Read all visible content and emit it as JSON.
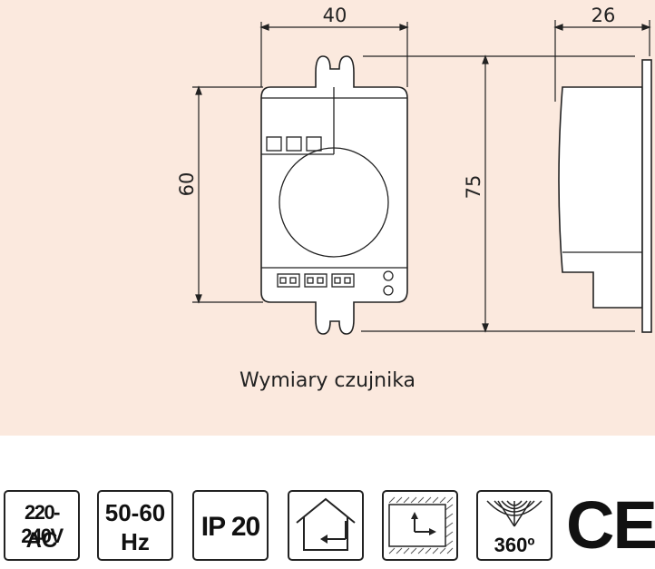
{
  "caption": "Wymiary czujnika",
  "dimensions": {
    "width": "40",
    "height": "60",
    "total_height": "75",
    "depth": "26"
  },
  "badges": {
    "voltage": {
      "line1": "220-240V",
      "line2": "AC"
    },
    "frequency": {
      "line1": "50-60",
      "line2": "Hz"
    },
    "ip_rating": "IP 20",
    "angle": "360º",
    "ce_mark": "CE"
  },
  "icons": [
    "indoor-use-icon",
    "wall-mount-icon",
    "detection-zone-icon"
  ],
  "colors": {
    "panel_background": "#fbe9de",
    "line": "#222222"
  }
}
